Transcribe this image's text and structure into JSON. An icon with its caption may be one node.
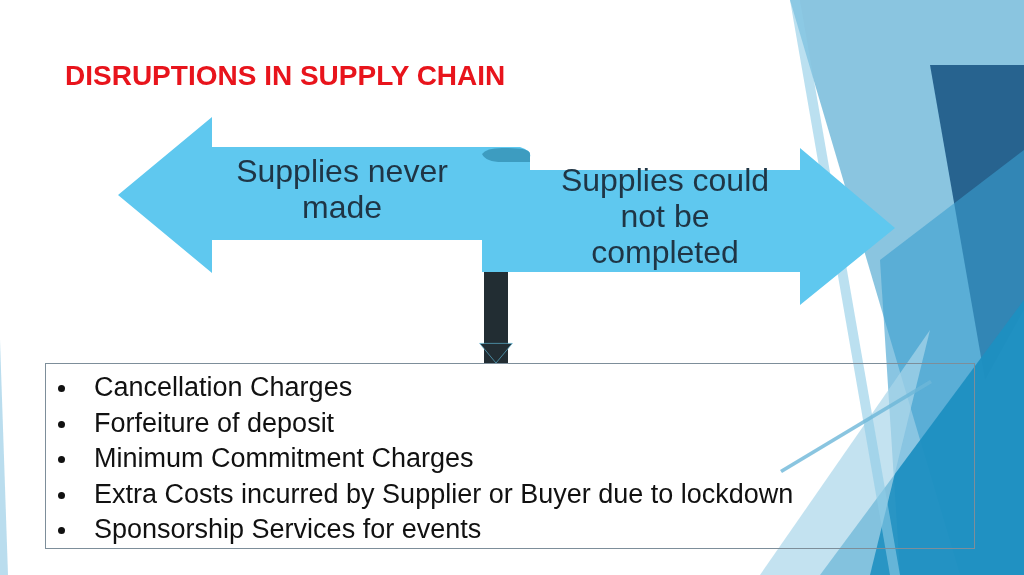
{
  "diagram": {
    "title": "DISRUPTIONS IN SUPPLY CHAIN",
    "nodes": [
      {
        "text": [
          "Supplies never made"
        ]
      },
      {
        "text": [
          "Supplies could not be completed"
        ]
      },
      {
        "text": [
          "Cancellation Charges",
          "Forfeiture of deposit",
          "Minimum Commitment Charges",
          "Extra Costs incurred by Supplier or Buyer due to lockdown",
          "Sponsorship Services for events"
        ]
      }
    ],
    "edges": [
      {
        "from": 1,
        "to": 2,
        "arrow": "to"
      }
    ]
  }
}
